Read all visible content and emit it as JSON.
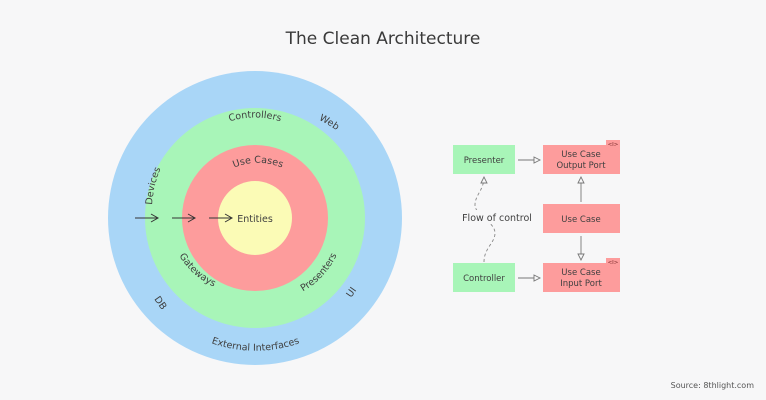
{
  "title": "The Clean Architecture",
  "rings": {
    "outer_labels": {
      "devices": "Devices",
      "web": "Web",
      "db": "DB",
      "ui": "UI",
      "external_interfaces": "External Interfaces"
    },
    "green_labels": {
      "controllers": "Controllers",
      "gateways": "Gateways",
      "presenters": "Presenters"
    },
    "red_labels": {
      "use_cases": "Use Cases"
    },
    "core_label": "Entities"
  },
  "flow": {
    "presenter": "Presenter",
    "use_case_output_port_line1": "Use Case",
    "use_case_output_port_line2": "Output Port",
    "use_case": "Use Case",
    "controller": "Controller",
    "use_case_input_port_line1": "Use Case",
    "use_case_input_port_line2": "Input Port",
    "interface_tag": "<I>",
    "flow_of_control": "Flow of control"
  },
  "source": "Source: 8thlight.com",
  "colors": {
    "background": "#f7f7f8",
    "outer_ring": "#a9d6f7",
    "green_ring": "#a8f5b8",
    "red_ring": "#fd9c9c",
    "core": "#fbfbb6",
    "box_green": "#a8f5b8",
    "box_red": "#fd9c9c",
    "arrow": "#777777"
  }
}
